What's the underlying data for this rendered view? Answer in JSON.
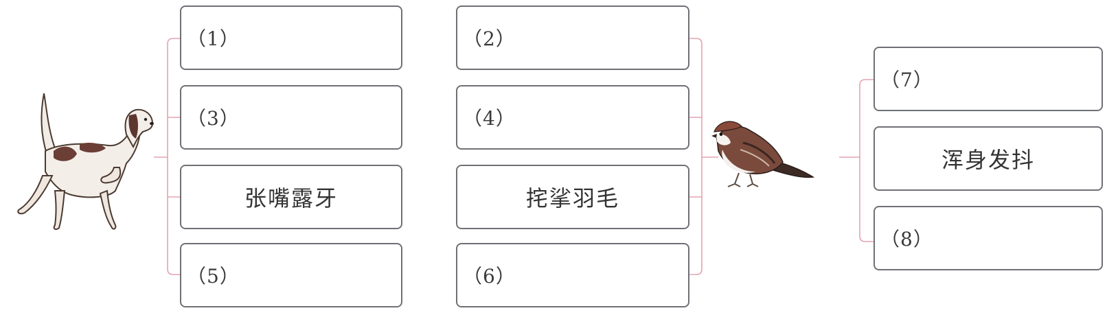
{
  "colors": {
    "connector": "#e3a3b0",
    "box_border": "#6e7075",
    "text": "#333333"
  },
  "dog_group": {
    "boxes": [
      {
        "label": "（1）",
        "text": ""
      },
      {
        "label": "（3）",
        "text": ""
      },
      {
        "label": "",
        "text": "张嘴露牙"
      },
      {
        "label": "（5）",
        "text": ""
      }
    ]
  },
  "middle_group": {
    "boxes": [
      {
        "label": "（2）",
        "text": ""
      },
      {
        "label": "（4）",
        "text": ""
      },
      {
        "label": "",
        "text": "挓挲羽毛"
      },
      {
        "label": "（6）",
        "text": ""
      }
    ]
  },
  "bird_group": {
    "boxes": [
      {
        "label": "（7）",
        "text": ""
      },
      {
        "label": "",
        "text": "浑身发抖"
      },
      {
        "label": "（8）",
        "text": ""
      }
    ]
  },
  "illustrations": {
    "left": "dog-illustration",
    "right": "sparrow-illustration"
  }
}
